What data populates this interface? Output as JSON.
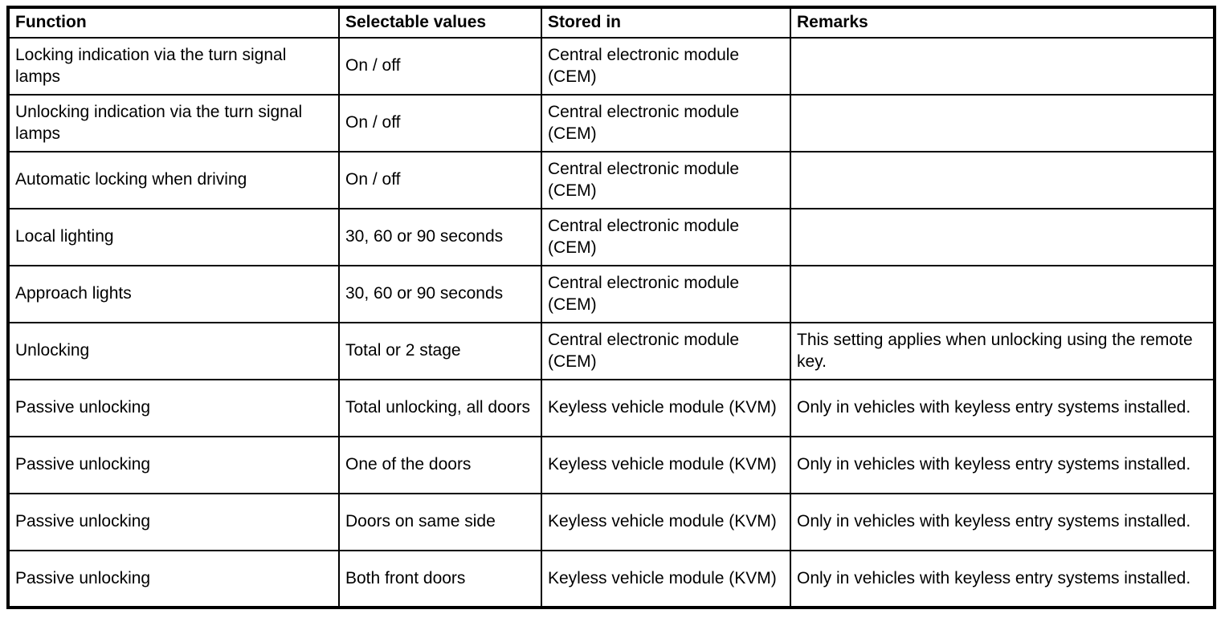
{
  "table": {
    "headers": [
      "Function",
      "Selectable values",
      "Stored in",
      "Remarks"
    ],
    "rows": [
      [
        "Locking indication via the turn signal lamps",
        "On / off",
        "Central electronic module (CEM)",
        ""
      ],
      [
        "Unlocking indication via the turn signal lamps",
        "On / off",
        "Central electronic module (CEM)",
        ""
      ],
      [
        "Automatic locking when driving",
        "On / off",
        "Central electronic module (CEM)",
        ""
      ],
      [
        "Local lighting",
        "30, 60 or 90 seconds",
        "Central electronic module (CEM)",
        ""
      ],
      [
        "Approach lights",
        "30, 60 or 90 seconds",
        "Central electronic module (CEM)",
        ""
      ],
      [
        "Unlocking",
        "Total or 2 stage",
        "Central electronic module (CEM)",
        "This setting applies when unlocking using the remote key."
      ],
      [
        "Passive unlocking",
        "Total unlocking, all doors",
        "Keyless vehicle module (KVM)",
        "Only in vehicles with keyless entry systems installed."
      ],
      [
        "Passive unlocking",
        "One of the doors",
        "Keyless vehicle module (KVM)",
        "Only in vehicles with keyless entry systems installed."
      ],
      [
        "Passive unlocking",
        "Doors on same side",
        "Keyless vehicle module (KVM)",
        "Only in vehicles with keyless entry systems installed."
      ],
      [
        "Passive unlocking",
        "Both front doors",
        "Keyless vehicle module (KVM)",
        "Only in vehicles with keyless entry systems installed."
      ]
    ]
  },
  "colors": {
    "border": "#000000",
    "text": "#000000",
    "background": "#ffffff"
  }
}
